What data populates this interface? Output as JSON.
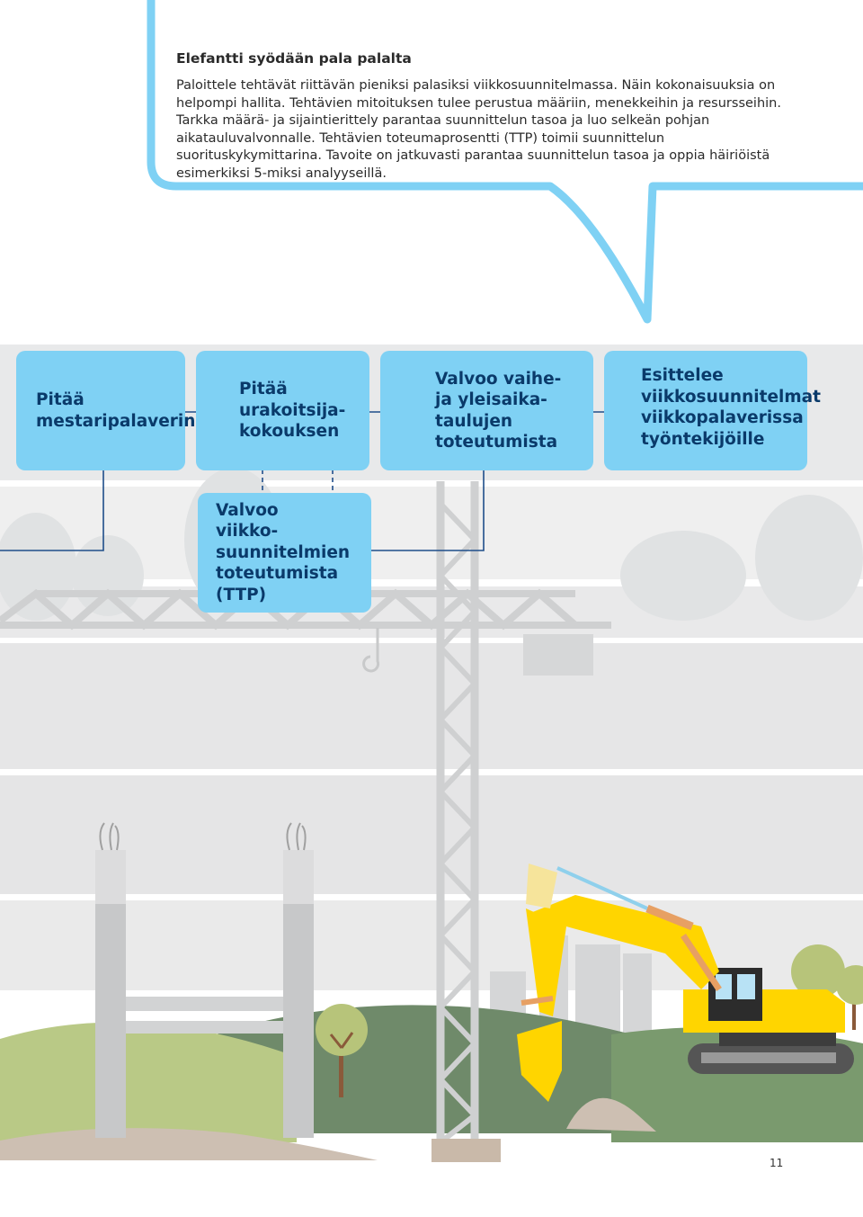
{
  "bubble": {
    "title": "Elefantti syödään pala palalta",
    "body": "Paloittele tehtävät riittävän pieniksi palasiksi viikkosuunnitelmassa. Näin kokonaisuuksia on helpompi hallita. Tehtävien mitoituksen tulee perustua määriin, menekkeihin ja resursseihin. Tarkka määrä- ja sijaintierittely parantaa suunnittelun tasoa ja luo selkeän pohjan aikatauluvalvonnalle. Tehtävien toteumaprosentti (TTP) toimii suunnittelun suorituskykymittarina. Tavoite on jatkuvasti parantaa suunnittelun tasoa ja oppia häiriöistä esimerkiksi 5-miksi analyyseillä."
  },
  "flow": {
    "box1": "Pitää\nmestaripalaverin",
    "box2": "Pitää\nurakoitsija-\nkokouksen",
    "box3": "Valvoo vaihe-\nja yleisaika-\ntaulujen\ntoteutumista",
    "box4": "Esittelee\nviikkosuunnitelmat\nviikkopalaverissa\ntyöntekijöille",
    "box5": "Valvoo\nviikko-\nsuunnitelmien\ntoteutumista (TTP)"
  },
  "page_number": "11",
  "colors": {
    "bubble_outline": "#7fd1f4",
    "box_fill": "#7fd1f4",
    "box_text": "#0a3a6a",
    "arrow": "#1f4e8a",
    "excavator": "#ffd500"
  }
}
